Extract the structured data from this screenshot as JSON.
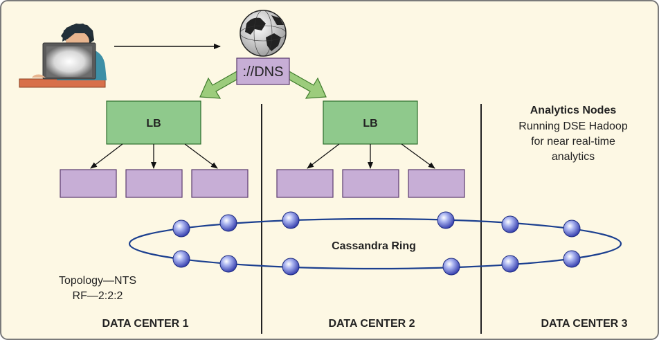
{
  "colors": {
    "background": "#fdf8e4",
    "border": "#7a7a7a",
    "lb_fill": "#8fc98c",
    "lb_stroke": "#2d6e2d",
    "server_fill": "#c7aed6",
    "server_stroke": "#5a3a6e",
    "arrow_fill": "#9ccc7c",
    "ring_stroke": "#1b3f8f",
    "node_fill": "#3f4fc4"
  },
  "icons": {
    "user": "user-at-laptop-icon",
    "globe": "globe-icon",
    "node": "cassandra-node-icon"
  },
  "dns": {
    "label": "://DNS"
  },
  "load_balancers": [
    {
      "label": "LB",
      "datacenter": "DATA CENTER 1",
      "servers": 3
    },
    {
      "label": "LB",
      "datacenter": "DATA CENTER 2",
      "servers": 3
    }
  ],
  "analytics": {
    "title": "Analytics Nodes",
    "lines": [
      "Running DSE Hadoop",
      "for near real-time",
      "analytics"
    ]
  },
  "ring": {
    "label": "Cassandra Ring",
    "nodes_per_datacenter": 4
  },
  "topology": {
    "line1": "Topology—NTS",
    "line2": "RF—2:2:2"
  },
  "datacenters": [
    "DATA CENTER 1",
    "DATA CENTER 2",
    "DATA CENTER 3"
  ]
}
